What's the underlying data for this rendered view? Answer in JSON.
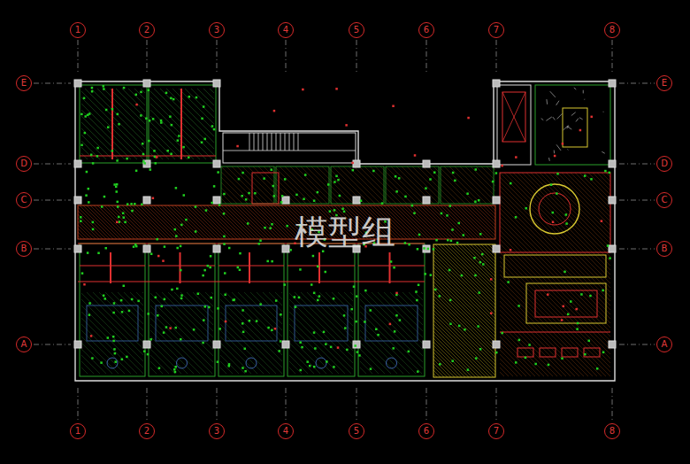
{
  "diagram": {
    "nodes": [
      {
        "text": [
          "1"
        ]
      },
      {
        "text": [
          "2"
        ]
      },
      {
        "text": [
          "3"
        ]
      },
      {
        "text": [
          "4"
        ]
      },
      {
        "text": [
          "5"
        ]
      },
      {
        "text": [
          "6"
        ]
      },
      {
        "text": [
          "7"
        ]
      },
      {
        "text": [
          "8"
        ]
      },
      {
        "text": [
          "E"
        ]
      },
      {
        "text": [
          "E"
        ]
      },
      {
        "text": [
          "D"
        ]
      },
      {
        "text": [
          "D"
        ]
      },
      {
        "text": [
          "C"
        ]
      },
      {
        "text": [
          "C"
        ]
      },
      {
        "text": [
          "B"
        ]
      },
      {
        "text": [
          "B"
        ]
      },
      {
        "text": [
          "A"
        ]
      },
      {
        "text": [
          "A"
        ]
      },
      {
        "text": [
          "1"
        ]
      },
      {
        "text": [
          "2"
        ]
      },
      {
        "text": [
          "3"
        ]
      },
      {
        "text": [
          "4"
        ]
      },
      {
        "text": [
          "5"
        ]
      },
      {
        "text": [
          "6"
        ]
      },
      {
        "text": [
          "7"
        ]
      },
      {
        "text": [
          "8"
        ]
      }
    ],
    "labels": [
      "模型组"
    ]
  }
}
